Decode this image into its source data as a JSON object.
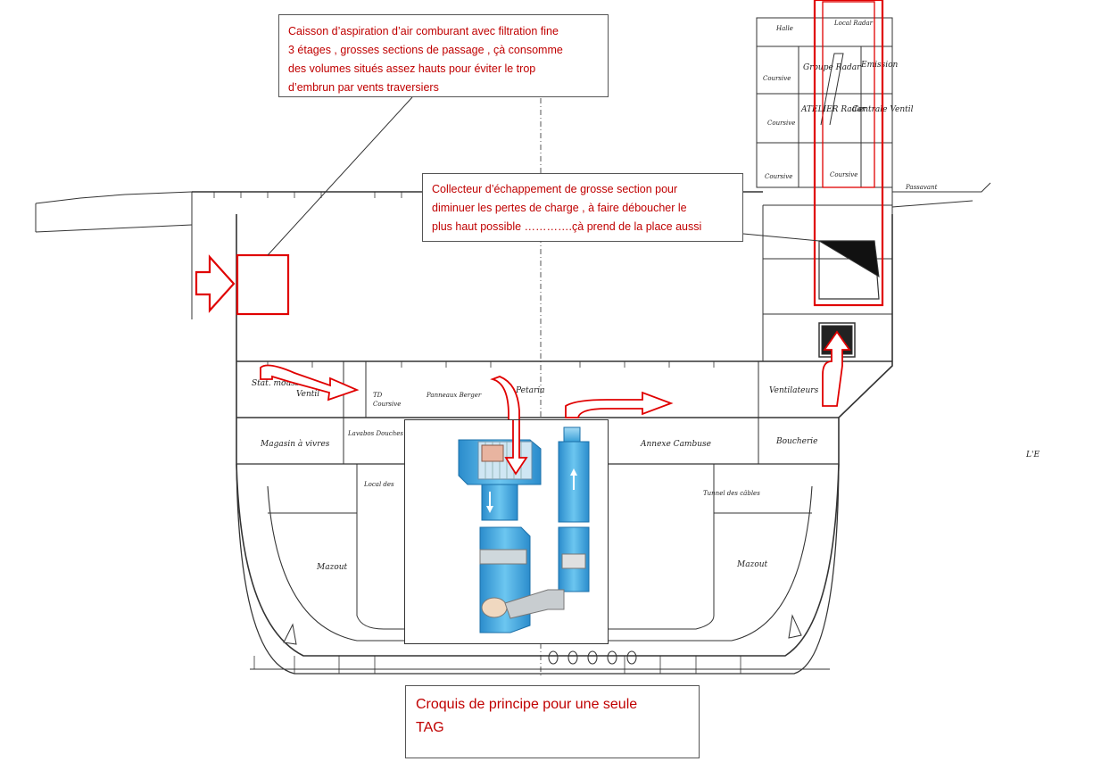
{
  "callouts": {
    "intake": {
      "lines": [
        "Caisson d’aspiration d’air comburant avec filtration  fine",
        "3 étages  , grosses sections de passage , çà consomme",
        "des volumes situés assez hauts pour éviter le  trop",
        "d’embrun par vents traversiers"
      ]
    },
    "exhaust": {
      "lines": [
        "Collecteur d’échappement de grosse section pour",
        "diminuer les pertes de charge , à faire déboucher le",
        "plus haut possible ………….çà prend de la place aussi"
      ]
    },
    "sketch": {
      "lines": [
        "Croquis de principe pour une seule",
        "TAG"
      ]
    }
  },
  "rooms": {
    "groupe_radar": "Groupe Radar",
    "emission_radar": "Emission",
    "atelier_radar": "ATELIER Radar",
    "centrale_ventil": "Centrale Ventil",
    "coursive": "Coursive",
    "local_radar": "Local Radar",
    "halle": "Halle",
    "passavant": "Passavant",
    "station_mousse": "Stat. mousse",
    "ventil": "Ventil",
    "coursive_td": "Coursive",
    "panneaux_berger": "Panneaux Berger",
    "petaria": "Petaria",
    "ventilateurs": "Ventilateurs",
    "magasin_vivres": "Magasin à vivres",
    "lavabos_douches": "Lavabos Douches Mécaniciens",
    "annexe_cambuse": "Annexe Cambuse",
    "boucherie": "Boucherie",
    "local_des": "Local des",
    "tunnel_cables": "Tunnel des câbles",
    "mazout_left": "Mazout",
    "mazout_right": "Mazout",
    "td": "TD"
  },
  "margin_label": "L'E",
  "colors": {
    "annotation": "#c00000",
    "arrow": "#e00000",
    "drawing": "#333333",
    "sketch_blue": "#3aa0d8"
  }
}
